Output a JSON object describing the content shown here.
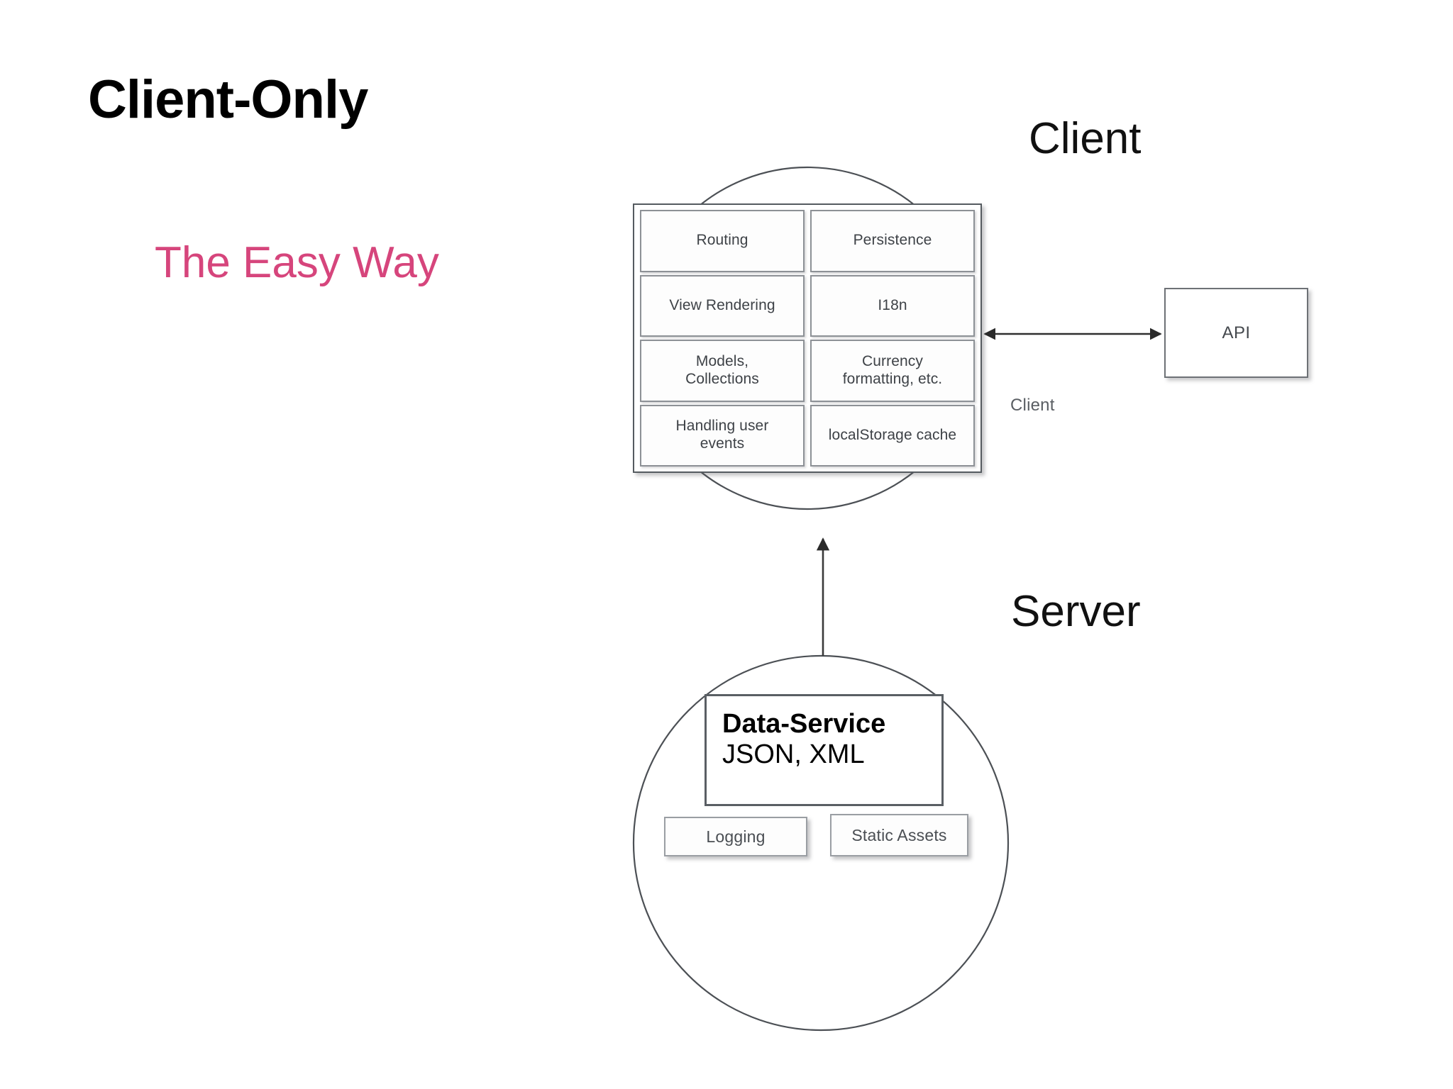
{
  "slide": {
    "title": "Client-Only",
    "subtitle": "The Easy Way",
    "subtitle_color": "#d6457c"
  },
  "zones": {
    "client_label": "Client",
    "server_label": "Server",
    "client_caption": "Client"
  },
  "client_stack": {
    "rows": [
      {
        "left": "Routing",
        "right": "Persistence"
      },
      {
        "left": "View Rendering",
        "right": "I18n"
      },
      {
        "left": "Models,\nCollections",
        "right": "Currency\nformatting, etc."
      },
      {
        "left": "Handling user\nevents",
        "right": "localStorage cache"
      }
    ]
  },
  "api": {
    "label": "API"
  },
  "server": {
    "data_service_title": "Data-Service",
    "data_service_formats": "JSON, XML",
    "boxes": [
      {
        "label": "Logging"
      },
      {
        "label": "Static Assets"
      }
    ]
  },
  "icons": {
    "client_api_arrow": "double-headed-arrow-icon",
    "server_client_arrow": "up-arrow-icon",
    "client_circle": "circle-outline-icon",
    "server_circle": "circle-outline-icon"
  }
}
